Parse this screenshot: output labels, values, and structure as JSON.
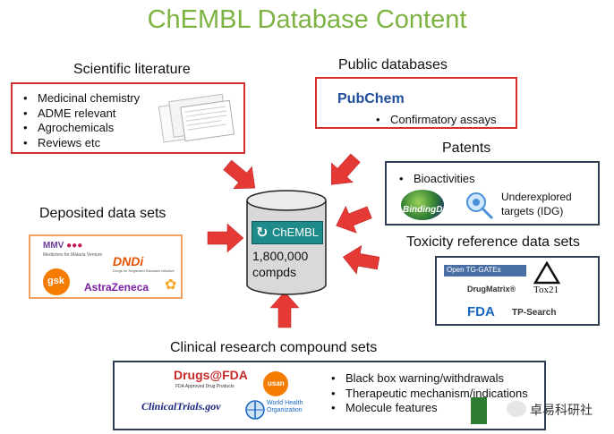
{
  "title": "ChEMBL Database Content",
  "central": {
    "logo_text": "ChEMBL",
    "count": "1,800,000",
    "unit": "compds"
  },
  "scientific_literature": {
    "label": "Scientific literature",
    "items": [
      "Medicinal chemistry",
      "ADME relevant",
      "Agrochemicals",
      "Reviews etc"
    ]
  },
  "public_databases": {
    "label": "Public databases",
    "logo_text": "PubChem",
    "items": [
      "Confirmatory assays"
    ]
  },
  "patents": {
    "label": "Patents",
    "items": [
      "Bioactivities"
    ],
    "bindingdb_logo": "BindingDB",
    "underexplored": "Underexplored targets (IDG)"
  },
  "deposited": {
    "label": "Deposited data sets",
    "logos": {
      "mmv": "MMV",
      "mmv_sub": "Medicines for Malaria Venture",
      "dndi": "DNDi",
      "dndi_sub": "Drugs for Neglected Diseases initiative",
      "gsk": "gsk",
      "astrazeneca": "AstraZeneca"
    }
  },
  "toxicity": {
    "label": "Toxicity reference data sets",
    "logos": {
      "tggates": "Open TG-GATEs",
      "drugmatrix": "DrugMatrix®",
      "tox21": "Tox21",
      "fda": "FDA",
      "tpsearch": "TP-Search"
    }
  },
  "clinical": {
    "label": "Clinical research compound sets",
    "logos": {
      "drugsfda": "Drugs@FDA",
      "drugsfda_sub": "FDA Approved Drug Products",
      "usan": "usan",
      "clinicaltrials": "ClinicalTrials.gov",
      "who": "World Health Organization"
    },
    "items": [
      "Black box warning/withdrawals",
      "Therapeutic mechanism/indications",
      "Molecule features"
    ]
  },
  "watermark": "卓易科研社",
  "colors": {
    "title": "#7cb342",
    "arrow_red": "#e53935",
    "box_red": "#d32f2f",
    "box_navy": "#2f3e55",
    "box_orange": "#f0a060",
    "chembl_teal": "#1e8a8a",
    "cylinder_gray": "#d9d9d9"
  }
}
